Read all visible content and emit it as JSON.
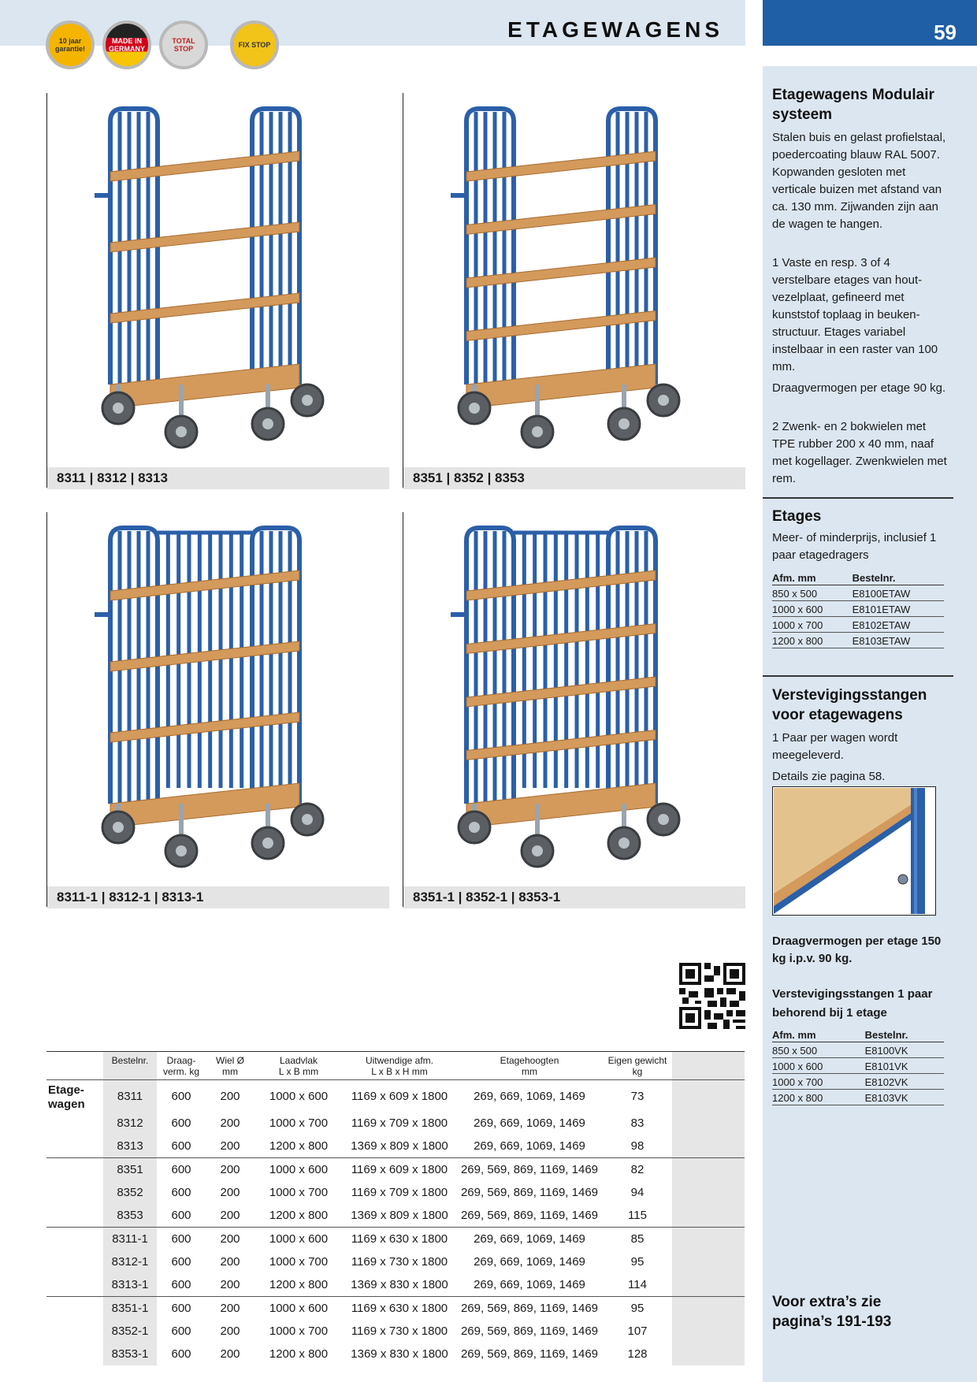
{
  "header": {
    "title": "ETAGEWAGENS",
    "page_number": "59"
  },
  "badges": [
    {
      "text": "10 jaar garantie!"
    },
    {
      "text": "MADE IN GERMANY"
    },
    {
      "text": "TOTAL STOP"
    },
    {
      "text": "FIX STOP"
    }
  ],
  "products": [
    {
      "caption": "8311 | 8312 | 8313"
    },
    {
      "caption": "8351 | 8352 | 8353"
    },
    {
      "caption": "8311-1 | 8312-1 | 8313-1"
    },
    {
      "caption": "8351-1 | 8352-1 | 8353-1"
    }
  ],
  "sidebar": {
    "section1": {
      "title": "Etagewagens Modulair systeem",
      "paragraphs": [
        "Stalen buis en gelast profielstaal, poedercoating blauw RAL 5007. Kopwanden gesloten met verticale buizen met afstand van ca. 130 mm. Zijwanden zijn aan de wagen te hangen.",
        "1 Vaste en resp. 3 of 4 verstelbare etages van hout-vezelplaat, gefineerd met kunststof toplaag in beuken-structuur. Etages variabel instelbaar in een raster van 100 mm.",
        "Draagvermogen per etage 90 kg.",
        "2 Zwenk- en 2 bokwielen met TPE rubber  200 x 40 mm, naaf met kogellager. Zwenkwielen met rem."
      ]
    },
    "section2": {
      "title": "Etages",
      "text": "Meer- of minderprijs, inclusief 1 paar etagedragers",
      "table": {
        "headers": [
          "Afm. mm",
          "Bestelnr."
        ],
        "rows": [
          [
            "850 x 500",
            "E8100ETAW"
          ],
          [
            "1000 x 600",
            "E8101ETAW"
          ],
          [
            "1000 x 700",
            "E8102ETAW"
          ],
          [
            "1200 x 800",
            "E8103ETAW"
          ]
        ]
      }
    },
    "section3": {
      "title": "Verstevigingsstangen voor etagewagens",
      "text1": "1 Paar per wagen wordt meegeleverd.",
      "text2": "Details zie pagina 58.",
      "load_note": "Draagvermogen per etage 150 kg i.p.v. 90 kg.",
      "subtitle": "Verstevigingsstangen 1 paar behorend bij 1 etage",
      "table": {
        "headers": [
          "Afm. mm",
          "Bestelnr."
        ],
        "rows": [
          [
            "850 x 500",
            "E8100VK"
          ],
          [
            "1000 x 600",
            "E8101VK"
          ],
          [
            "1000 x 700",
            "E8102VK"
          ],
          [
            "1200 x 800",
            "E8103VK"
          ]
        ]
      }
    },
    "footer": "Voor extra’s zie pagina’s 191-193"
  },
  "spec_table": {
    "group_label": "Etage-wagen",
    "headers": [
      {
        "l1": "Bestelnr.",
        "l2": ""
      },
      {
        "l1": "Draag-",
        "l2": "verm. kg"
      },
      {
        "l1": "Wiel Ø",
        "l2": "mm"
      },
      {
        "l1": "Laadvlak",
        "l2": "L x B mm"
      },
      {
        "l1": "Uitwendige afm.",
        "l2": "L x B x H mm"
      },
      {
        "l1": "Etagehoogten",
        "l2": "mm"
      },
      {
        "l1": "Eigen gewicht",
        "l2": "kg"
      }
    ],
    "rows": [
      [
        "8311",
        "600",
        "200",
        "1000 x 600",
        "1169 x 609 x 1800",
        "269, 669, 1069, 1469",
        "73"
      ],
      [
        "8312",
        "600",
        "200",
        "1000 x 700",
        "1169 x 709 x 1800",
        "269, 669, 1069, 1469",
        "83"
      ],
      [
        "8313",
        "600",
        "200",
        "1200 x 800",
        "1369 x 809 x 1800",
        "269, 669, 1069, 1469",
        "98"
      ],
      [
        "8351",
        "600",
        "200",
        "1000 x 600",
        "1169 x 609 x 1800",
        "269, 569, 869, 1169, 1469",
        "82"
      ],
      [
        "8352",
        "600",
        "200",
        "1000 x 700",
        "1169 x 709 x 1800",
        "269, 569, 869, 1169, 1469",
        "94"
      ],
      [
        "8353",
        "600",
        "200",
        "1200 x 800",
        "1369 x 809 x 1800",
        "269, 569, 869, 1169, 1469",
        "115"
      ],
      [
        "8311-1",
        "600",
        "200",
        "1000 x 600",
        "1169 x 630 x 1800",
        "269, 669, 1069, 1469",
        "85"
      ],
      [
        "8312-1",
        "600",
        "200",
        "1000 x 700",
        "1169 x 730 x 1800",
        "269, 669, 1069, 1469",
        "95"
      ],
      [
        "8313-1",
        "600",
        "200",
        "1200 x 800",
        "1369 x 830 x 1800",
        "269, 669, 1069, 1469",
        "114"
      ],
      [
        "8351-1",
        "600",
        "200",
        "1000 x 600",
        "1169 x 630 x 1800",
        "269, 569, 869, 1169, 1469",
        "95"
      ],
      [
        "8352-1",
        "600",
        "200",
        "1000 x 700",
        "1169 x 730 x 1800",
        "269, 569, 869, 1169, 1469",
        "107"
      ],
      [
        "8353-1",
        "600",
        "200",
        "1200 x 800",
        "1369 x 830 x 1800",
        "269, 569, 869, 1169, 1469",
        "128"
      ]
    ]
  },
  "colors": {
    "accent": "#1f5fa6",
    "sidebar_bg": "#dbe6f0",
    "frame_blue": "#2b5fa8",
    "wood": "#d39a5c"
  }
}
